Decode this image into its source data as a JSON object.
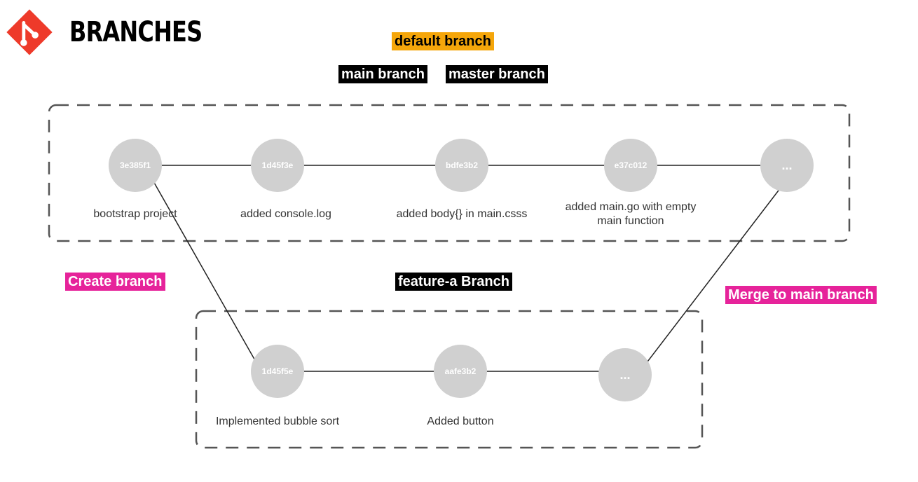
{
  "header": {
    "title": "BRANCHES",
    "logo_icon": "git-logo-icon"
  },
  "colors": {
    "accent_yellow": "#f5a60a",
    "accent_pink": "#e6239a",
    "logo_red": "#ee3a2a",
    "commit_fill": "#d0d0d0"
  },
  "labels": {
    "default_branch": "default branch",
    "main_branch": "main branch",
    "master_branch": "master branch",
    "feature_branch": "feature-a Branch",
    "create_branch": "Create branch",
    "merge_branch": "Merge to main branch"
  },
  "main_commits": [
    {
      "hash": "3e385f1",
      "message": "bootstrap project"
    },
    {
      "hash": "1d45f3e",
      "message": "added console.log"
    },
    {
      "hash": "bdfe3b2",
      "message": "added body{} in main.csss"
    },
    {
      "hash": "e37c012",
      "message": "added main.go with empty main function"
    },
    {
      "hash": "...",
      "message": ""
    }
  ],
  "feature_commits": [
    {
      "hash": "1d45f5e",
      "message": "Implemented bubble sort"
    },
    {
      "hash": "aafe3b2",
      "message": "Added button"
    },
    {
      "hash": "...",
      "message": ""
    }
  ]
}
